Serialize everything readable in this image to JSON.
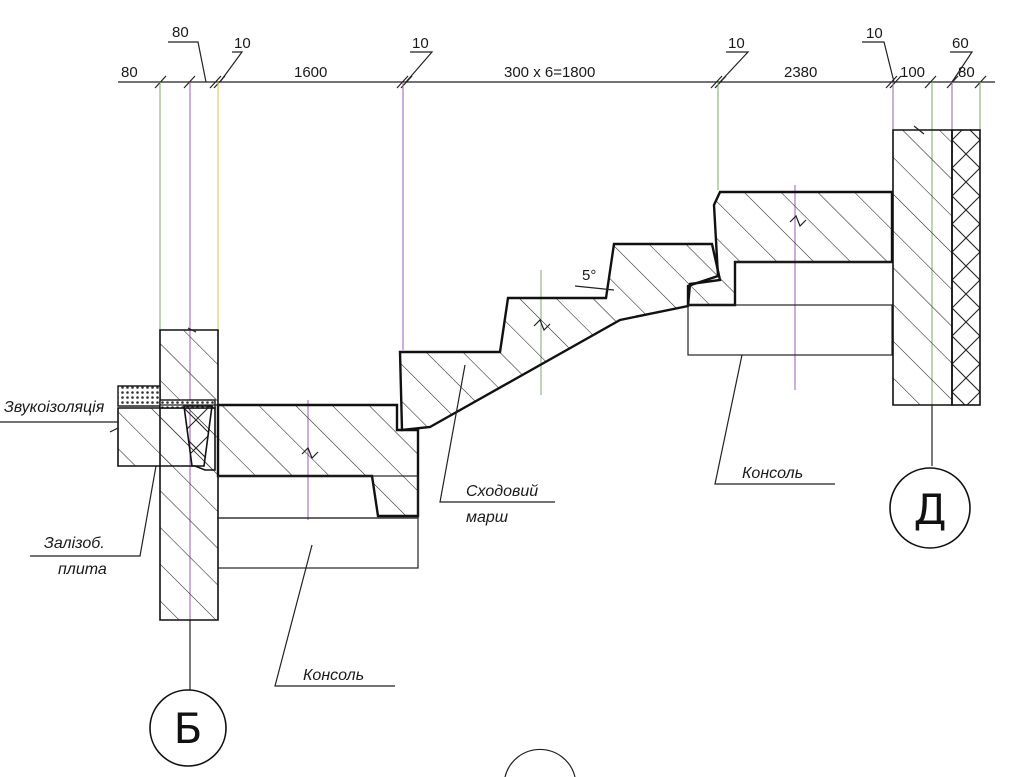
{
  "colors": {
    "line": "#111111",
    "centerline_green": "#7fa86a",
    "centerline_purple": "#9a5fb0",
    "centerline_yellow": "#d1c84a"
  },
  "dimensions": {
    "d80_left": "80",
    "d80_top": "80",
    "d10_a": "10",
    "d1600": "1600",
    "d10_b": "10",
    "d1800": "300 x 6=1800",
    "d10_c": "10",
    "d2380": "2380",
    "d10_d": "10",
    "d100": "100",
    "d60": "60",
    "d80_right": "80"
  },
  "labels": {
    "sound_insulation": "Звукоізоляція",
    "rc_slab_line1": "Залізоб.",
    "rc_slab_line2": "плита",
    "stair_flight_line1": "Сходовий",
    "stair_flight_line2": "марш",
    "console_left": "Консоль",
    "console_right": "Консоль",
    "angle": "5°"
  },
  "axes": {
    "left": "Б",
    "right": "Д"
  }
}
